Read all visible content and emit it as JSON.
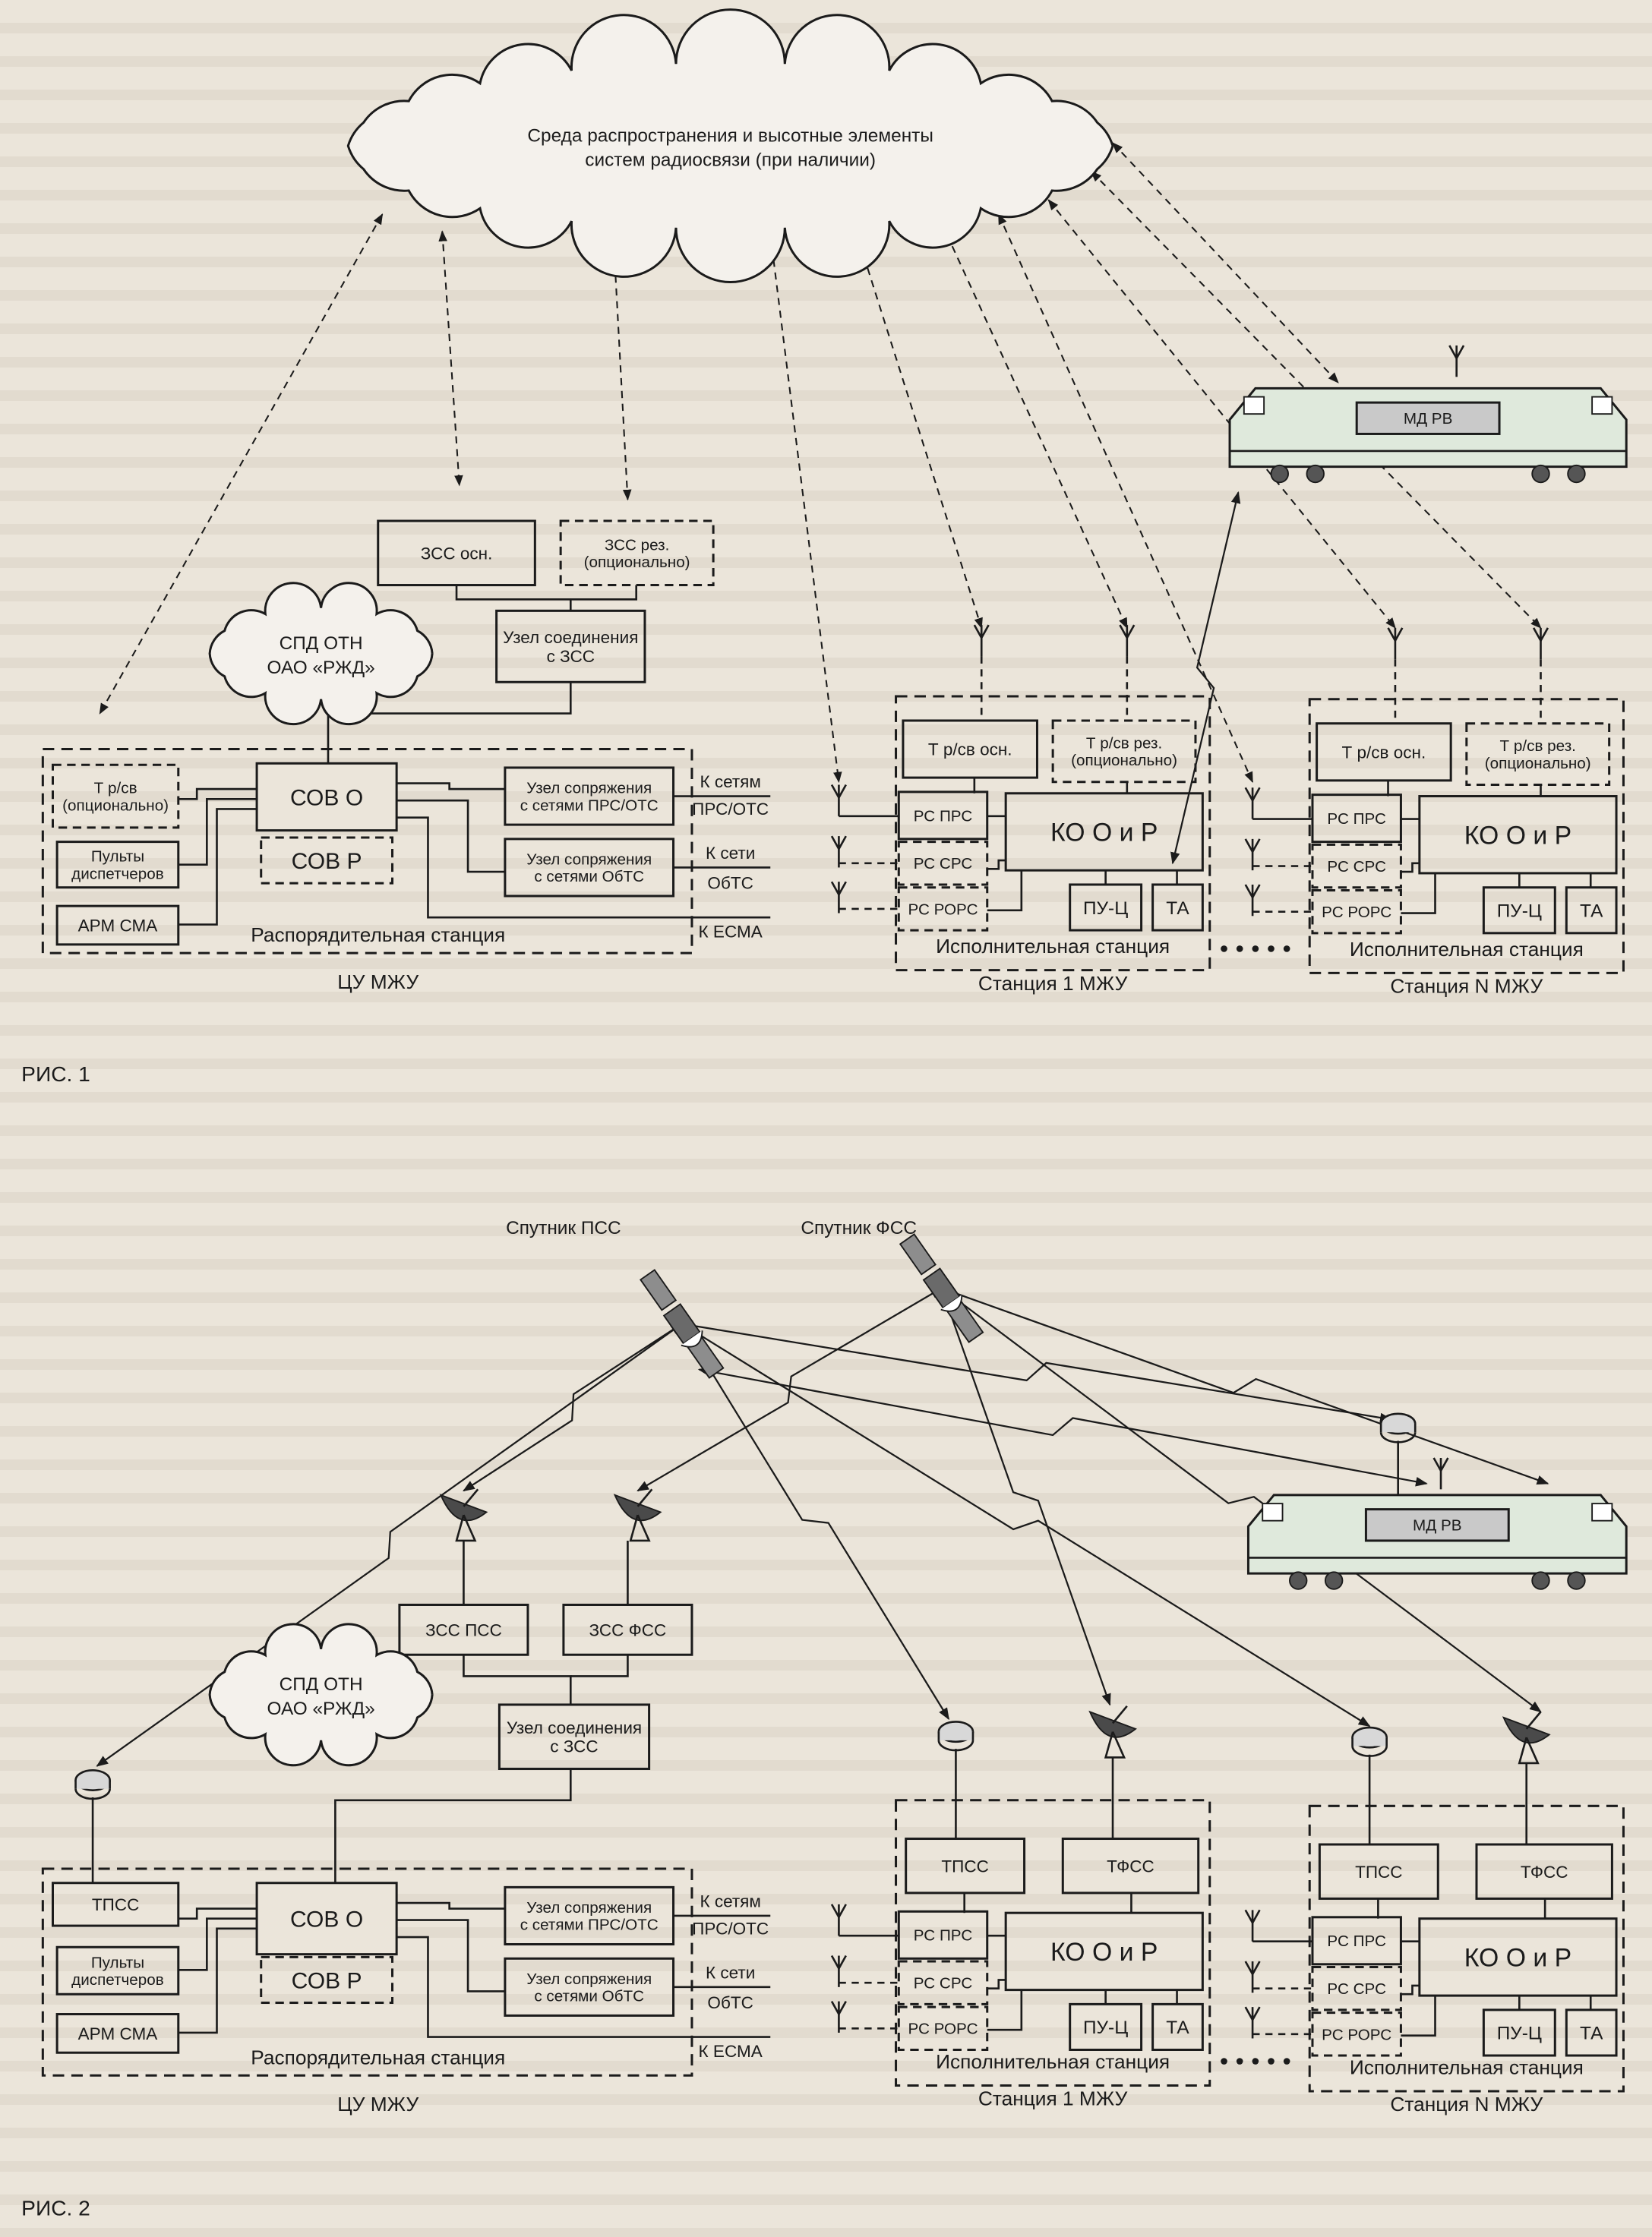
{
  "fig1": {
    "caption": "РИС. 1",
    "cloud": {
      "line1": "Среда распространения и высотные элементы",
      "line2": "систем радиосвязи (при наличии)"
    },
    "zss_main": "ЗСС осн.",
    "zss_res": {
      "line1": "ЗСС рез.",
      "line2": "(опционально)"
    },
    "node_zss": {
      "line1": "Узел соединения",
      "line2": "с ЗСС"
    },
    "spd": {
      "line1": "СПД ОТН",
      "line2": "ОАО «РЖД»"
    },
    "dispatch": {
      "terminal": {
        "line1": "Т р/св",
        "line2": "(опционально)"
      },
      "consoles": {
        "line1": "Пульты",
        "line2": "диспетчеров"
      },
      "arm": "АРМ СМА",
      "sov_o": "СОВ О",
      "sov_r": "СОВ Р",
      "iface_prs": {
        "line1": "Узел сопряжения",
        "line2": "с сетями ПРС/ОТС"
      },
      "iface_obts": {
        "line1": "Узел сопряжения",
        "line2": "с сетями ОбТС"
      },
      "label": "Распорядительная станция"
    },
    "external": {
      "prs_1": "К сетям",
      "prs_2": "ПРС/ОТС",
      "obts_1": "К сети",
      "obts_2": "ОбТС",
      "esma": "К ЕСМА"
    },
    "center_label": "ЦУ МЖУ",
    "train": "МД РВ",
    "stations": [
      {
        "label": "Станция 1 МЖУ"
      },
      {
        "label": "Станция N МЖУ"
      }
    ]
  },
  "fig2": {
    "caption": "РИС. 2",
    "sat_pss": "Спутник ПСС",
    "sat_fss": "Спутник ФСС",
    "zss_pss": "ЗСС ПСС",
    "zss_fss": "ЗСС ФСС",
    "node_zss": {
      "line1": "Узел соединения",
      "line2": "с ЗСС"
    },
    "spd": {
      "line1": "СПД ОТН",
      "line2": "ОАО «РЖД»"
    },
    "dispatch": {
      "terminal": "ТПСС",
      "consoles": {
        "line1": "Пульты",
        "line2": "диспетчеров"
      },
      "arm": "АРМ СМА",
      "sov_o": "СОВ О",
      "sov_r": "СОВ Р",
      "iface_prs": {
        "line1": "Узел сопряжения",
        "line2": "с сетями ПРС/ОТС"
      },
      "iface_obts": {
        "line1": "Узел сопряжения",
        "line2": "с сетями ОбТС"
      },
      "label": "Распорядительная станция"
    },
    "external": {
      "prs_1": "К сетям",
      "prs_2": "ПРС/ОТС",
      "obts_1": "К сети",
      "obts_2": "ОбТС",
      "esma": "К ЕСМА"
    },
    "center_label": "ЦУ МЖУ",
    "train": "МД РВ",
    "stations": [
      {
        "label": "Станция 1 МЖУ"
      },
      {
        "label": "Станция N МЖУ"
      }
    ]
  },
  "station": {
    "tr_main": "Т р/св осн.",
    "tr_res": {
      "line1": "Т р/св рез.",
      "line2": "(опционально)"
    },
    "tpss": "ТПСС",
    "tfss": "ТФСС",
    "rs_prs": "РС ПРС",
    "rs_srs": "РС СРС",
    "rs_rors": "РС РОРС",
    "ko": "КО О и Р",
    "pu": "ПУ-Ц",
    "ta": "ТА",
    "label": "Исполнительная станция"
  },
  "colors": {
    "background": "#ebe5da",
    "ink": "#1b1b1b",
    "train_body": "#dfe9dc"
  }
}
